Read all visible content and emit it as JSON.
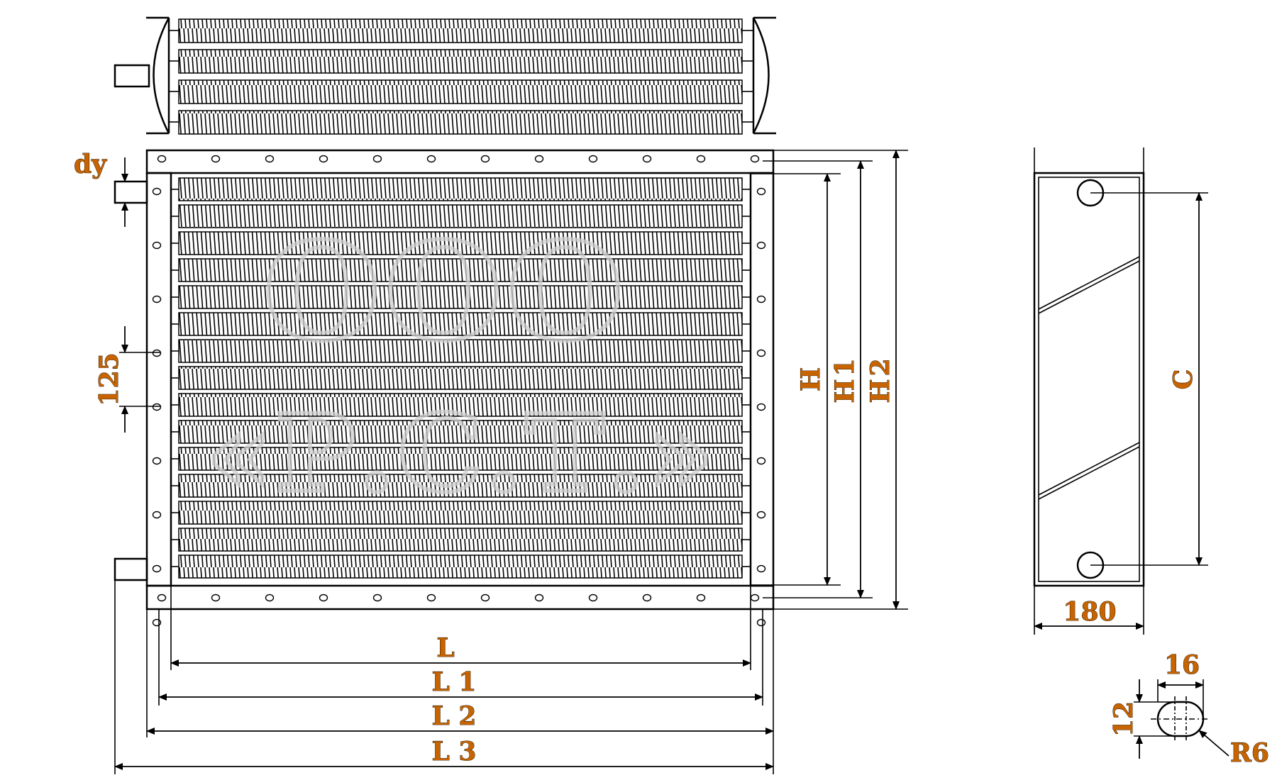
{
  "drawing": {
    "watermark_line1": "ООО",
    "watermark_line2": "«Р.С.Т.»",
    "front_view": {
      "dims_vertical": [
        "H",
        "H1",
        "H2"
      ],
      "dims_horizontal": [
        "L",
        "L 1",
        "L 2",
        "L 3"
      ],
      "pitch_label": "125",
      "nozzle_label": "dy"
    },
    "side_view": {
      "height_label": "C",
      "width_label": "180"
    },
    "slot_detail": {
      "length_label": "16",
      "width_label": "12",
      "radius_label": "R6"
    },
    "colors": {
      "label": "#c86400",
      "line": "#000000",
      "watermark": "#cfcfcf"
    }
  }
}
